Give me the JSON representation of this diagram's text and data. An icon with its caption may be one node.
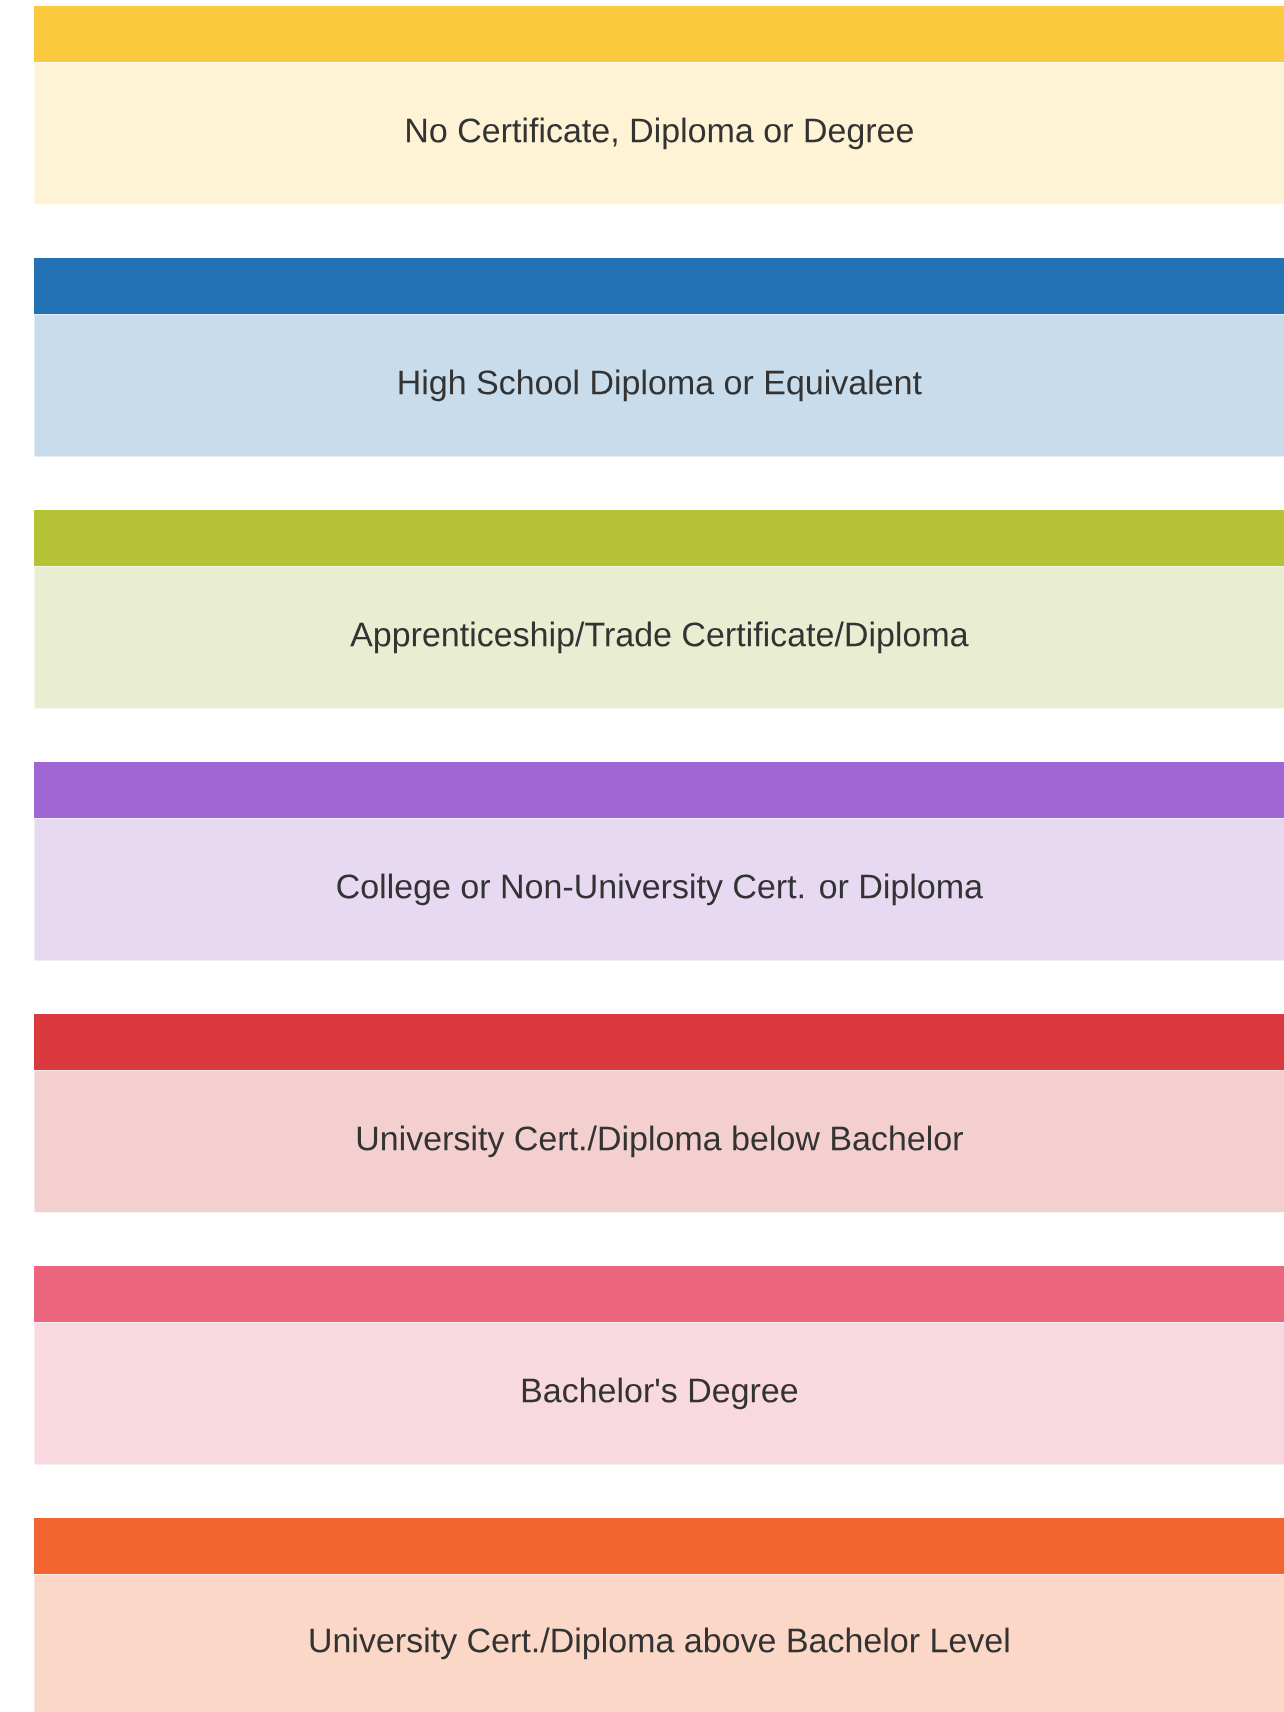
{
  "diagram": {
    "nodes": [
      {
        "text": [
          "No Certificate, Diploma or Degree"
        ]
      },
      {
        "text": [
          "High School Diploma or Equivalent"
        ]
      },
      {
        "text": [
          "Apprenticeship/Trade Certificate/Diploma"
        ]
      },
      {
        "text": [
          "College or Non-University Cert. or Diploma"
        ]
      },
      {
        "text": [
          "University Cert./Diploma below Bachelor"
        ]
      },
      {
        "text": [
          "Bachelor's Degree"
        ]
      },
      {
        "text": [
          "University Cert./Diploma above Bachelor Level"
        ]
      }
    ]
  }
}
